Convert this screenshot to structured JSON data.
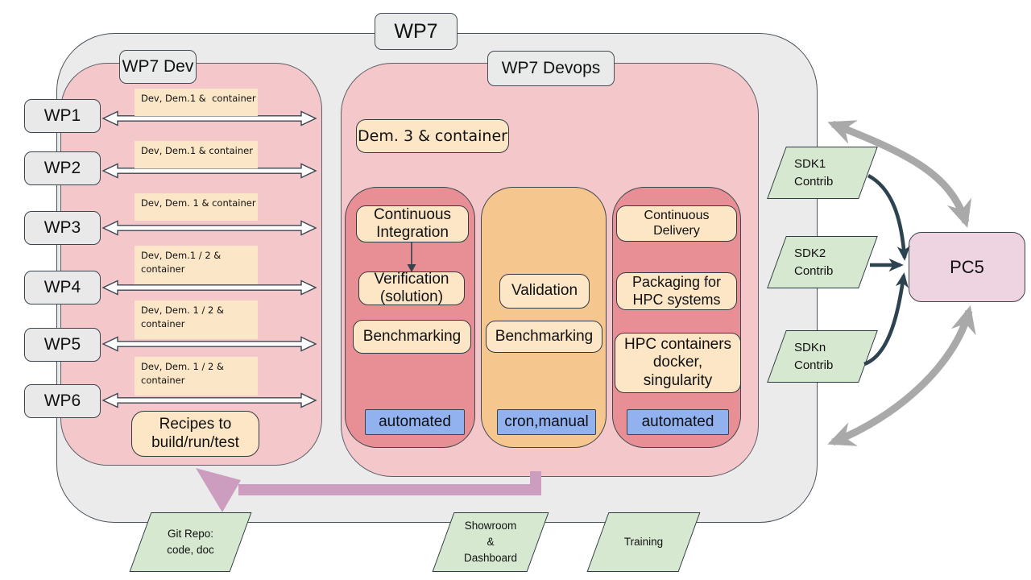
{
  "title": "WP7",
  "colors": {
    "outer_fill": "#ebebeb",
    "group_pink": "#f4c7ca",
    "column_red": "#e78f94",
    "column_orange": "#f6c68f",
    "cream": "#fce6c6",
    "badge_blue": "#92b1ef",
    "green": "#d6e8d0",
    "pc5_pink": "#eed3e1",
    "pink_arrow": "#cc9dbf",
    "gray_arrow": "#a9a9a9",
    "dark_arrow": "#2e4350"
  },
  "wps": [
    "WP1",
    "WP2",
    "WP3",
    "WP4",
    "WP5",
    "WP6"
  ],
  "dev": {
    "label": "WP7 Dev",
    "rows": [
      {
        "label": "Dev, Dem.1 &  container"
      },
      {
        "label": "Dev, Dem.1 & container"
      },
      {
        "label": "Dev, Dem. 1 & container"
      },
      {
        "label": "Dev, Dem.1 / 2 &\ncontainer"
      },
      {
        "label": "Dev, Dem. 1 / 2 &\ncontainer"
      },
      {
        "label": "Dev, Dem. 1 / 2 &\ncontainer"
      }
    ],
    "recipes": "Recipes to\nbuild/run/test"
  },
  "devops": {
    "label": "WP7 Devops",
    "dem3": "Dem. 3 & container",
    "columns": [
      {
        "tone": "red",
        "boxes": [
          "Continuous\nIntegration",
          "Verification\n(solution)",
          "Benchmarking"
        ],
        "badge": "automated"
      },
      {
        "tone": "orange",
        "boxes": [
          "Validation",
          "Benchmarking"
        ],
        "badge": "cron,manual"
      },
      {
        "tone": "red",
        "boxes": [
          "Continuous\nDelivery",
          "Packaging for\nHPC systems",
          "HPC containers\ndocker,\nsingularity"
        ],
        "badge": "automated"
      }
    ]
  },
  "sdks": [
    "SDK1\nContrib",
    "SDK2\nContrib",
    "SDKn\nContrib"
  ],
  "pc5": {
    "label": "PC5"
  },
  "bottom": [
    "Git Repo:\ncode, doc",
    "Showroom\n&\nDashboard",
    "Training"
  ]
}
